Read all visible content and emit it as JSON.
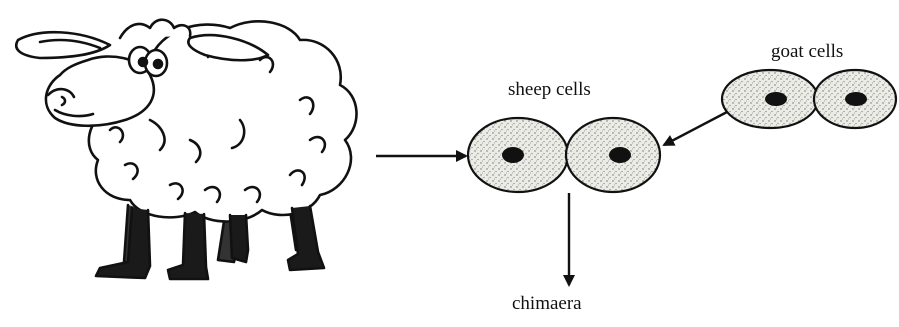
{
  "labels": {
    "sheep_cells": "sheep cells",
    "goat_cells": "goat cells",
    "result": "chimaera"
  },
  "colors": {
    "ink": "#111111",
    "cell_fill": "#e9e9e3",
    "background": "#ffffff"
  },
  "icons": {
    "animal": "sheep-icon",
    "cell": "cell-icon",
    "arrow": "arrow-icon"
  }
}
